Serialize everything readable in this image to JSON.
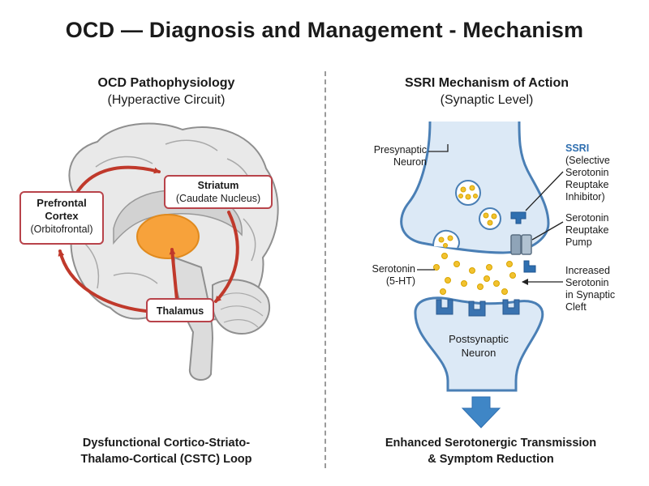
{
  "title": "OCD — Diagnosis and Management - Mechanism",
  "left_panel": {
    "heading": "OCD Pathophysiology",
    "subheading": "(Hyperactive Circuit)",
    "prefrontal": {
      "name_line1": "Prefrontal",
      "name_line2": "Cortex",
      "sub": "(Orbitofrontal)"
    },
    "striatum": {
      "name": "Striatum",
      "sub": "(Caudate Nucleus)"
    },
    "thalamus": {
      "name": "Thalamus"
    },
    "caption_line1": "Dysfunctional Cortico-Striato-",
    "caption_line2": "Thalamo-Cortical (CSTC) Loop"
  },
  "right_panel": {
    "heading": "SSRI Mechanism of Action",
    "subheading": "(Synaptic Level)",
    "presynaptic_line1": "Presynaptic",
    "presynaptic_line2": "Neuron",
    "serotonin_line1": "Serotonin",
    "serotonin_line2": "(5-HT)",
    "ssri_title": "SSRI",
    "ssri_line1": "(Selective",
    "ssri_line2": "Serotonin",
    "ssri_line3": "Reuptake",
    "ssri_line4": "Inhibitor)",
    "pump_line1": "Serotonin",
    "pump_line2": "Reuptake",
    "pump_line3": "Pump",
    "increased_line1": "Increased",
    "increased_line2": "Serotonin",
    "increased_line3": "in Synaptic",
    "increased_line4": "Cleft",
    "postsynaptic_line1": "Postsynaptic",
    "postsynaptic_line2": "Neuron",
    "caption_line1": "Enhanced Serotonergic Transmission",
    "caption_line2": "& Symptom Reduction"
  },
  "colors": {
    "loop_red": "#c0392b",
    "neuron_blue": "#4a7fb5",
    "neuron_fill": "#dce9f6",
    "serotonin_yellow": "#f2c230",
    "ssri_blue": "#2f6fb0",
    "caudate_orange": "#f7a23b"
  }
}
